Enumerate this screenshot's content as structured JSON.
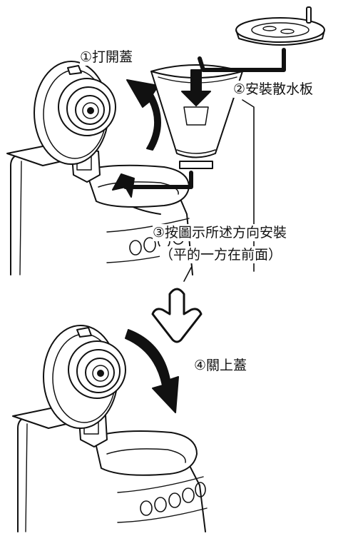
{
  "steps": {
    "open_lid": "①打開蓋",
    "install_spreader": "②安裝散水板",
    "install_direction": "③按圖示所述方向安裝",
    "install_note": "（平的一方在前面）",
    "close_lid": "④關上蓋"
  },
  "icons": {
    "open_arrow": "curved-arrow-up",
    "insert_arrow": "down-arrow",
    "flow_arrow": "hollow-down-arrow",
    "close_arrow": "curved-arrow-down"
  },
  "colors": {
    "line": "#111111",
    "fill": "#ffffff"
  }
}
